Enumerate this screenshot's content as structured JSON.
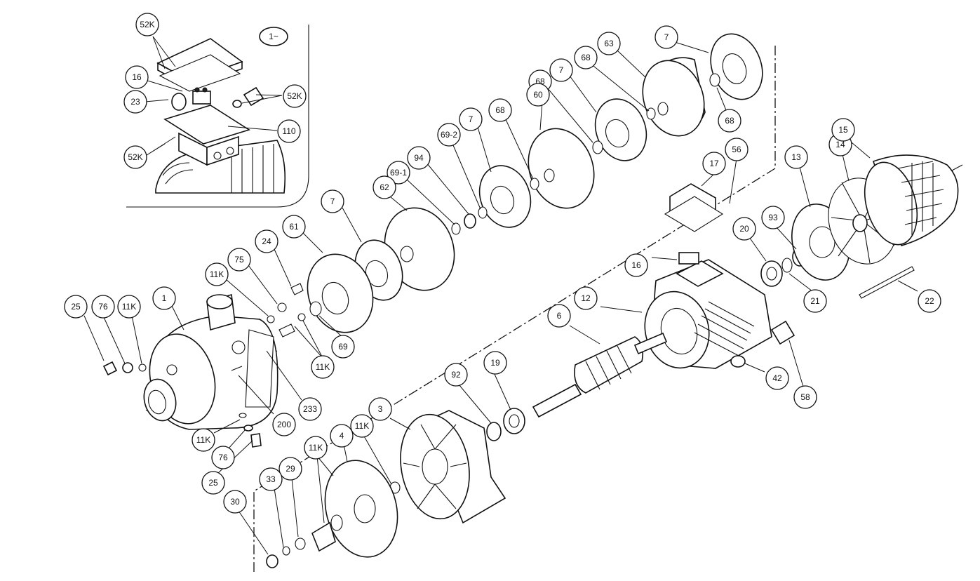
{
  "inset": {
    "phase_symbol": "1~"
  },
  "callouts": [
    {
      "label": "52K"
    },
    {
      "label": "16"
    },
    {
      "label": "23"
    },
    {
      "label": "52K"
    },
    {
      "label": "110"
    },
    {
      "label": "52K"
    },
    {
      "label": "63"
    },
    {
      "label": "7"
    },
    {
      "label": "68"
    },
    {
      "label": "68"
    },
    {
      "label": "7"
    },
    {
      "label": "68"
    },
    {
      "label": "60"
    },
    {
      "label": "68"
    },
    {
      "label": "7"
    },
    {
      "label": "69-2"
    },
    {
      "label": "94"
    },
    {
      "label": "69-1"
    },
    {
      "label": "62"
    },
    {
      "label": "7"
    },
    {
      "label": "61"
    },
    {
      "label": "24"
    },
    {
      "label": "75"
    },
    {
      "label": "11K"
    },
    {
      "label": "1"
    },
    {
      "label": "11K"
    },
    {
      "label": "76"
    },
    {
      "label": "25"
    },
    {
      "label": "69"
    },
    {
      "label": "11K"
    },
    {
      "label": "233"
    },
    {
      "label": "200"
    },
    {
      "label": "11K"
    },
    {
      "label": "76"
    },
    {
      "label": "25"
    },
    {
      "label": "17"
    },
    {
      "label": "56"
    },
    {
      "label": "13"
    },
    {
      "label": "14"
    },
    {
      "label": "15"
    },
    {
      "label": "20"
    },
    {
      "label": "93"
    },
    {
      "label": "16"
    },
    {
      "label": "21"
    },
    {
      "label": "22"
    },
    {
      "label": "12"
    },
    {
      "label": "6"
    },
    {
      "label": "58"
    },
    {
      "label": "42"
    },
    {
      "label": "19"
    },
    {
      "label": "92"
    },
    {
      "label": "3"
    },
    {
      "label": "11K"
    },
    {
      "label": "4"
    },
    {
      "label": "11K"
    },
    {
      "label": "29"
    },
    {
      "label": "33"
    },
    {
      "label": "30"
    }
  ]
}
